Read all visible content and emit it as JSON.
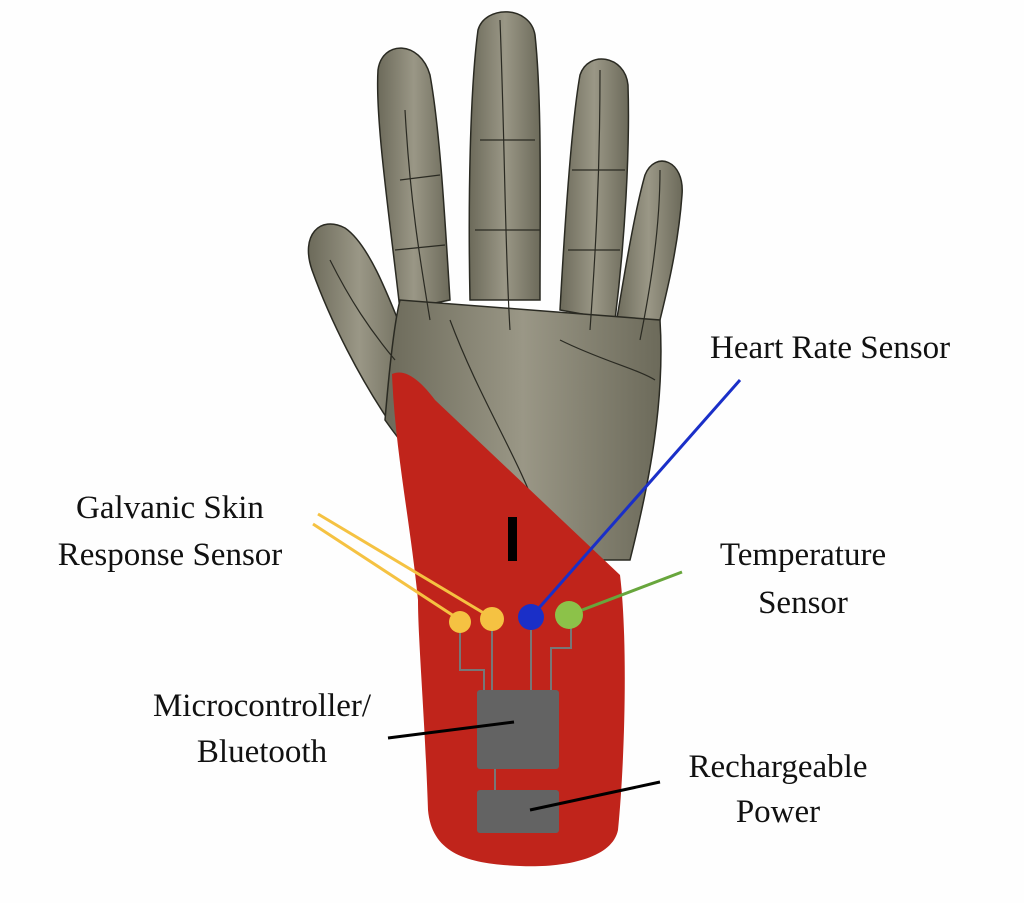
{
  "labels": {
    "heart_rate": "Heart Rate Sensor",
    "gsr_line1": "Galvanic Skin",
    "gsr_line2": "Response Sensor",
    "temp_line1": "Temperature",
    "temp_line2": "Sensor",
    "mcu_line1": "Microcontroller/",
    "mcu_line2": "Bluetooth",
    "power_line1": "Rechargeable",
    "power_line2": "Power",
    "band_mark": "I"
  },
  "colors": {
    "hand": "#7b7868",
    "band": "#c0241b",
    "gsr": "#f5c242",
    "heart": "#1a2fc8",
    "temp": "#8cc249",
    "chip": "#636363"
  }
}
